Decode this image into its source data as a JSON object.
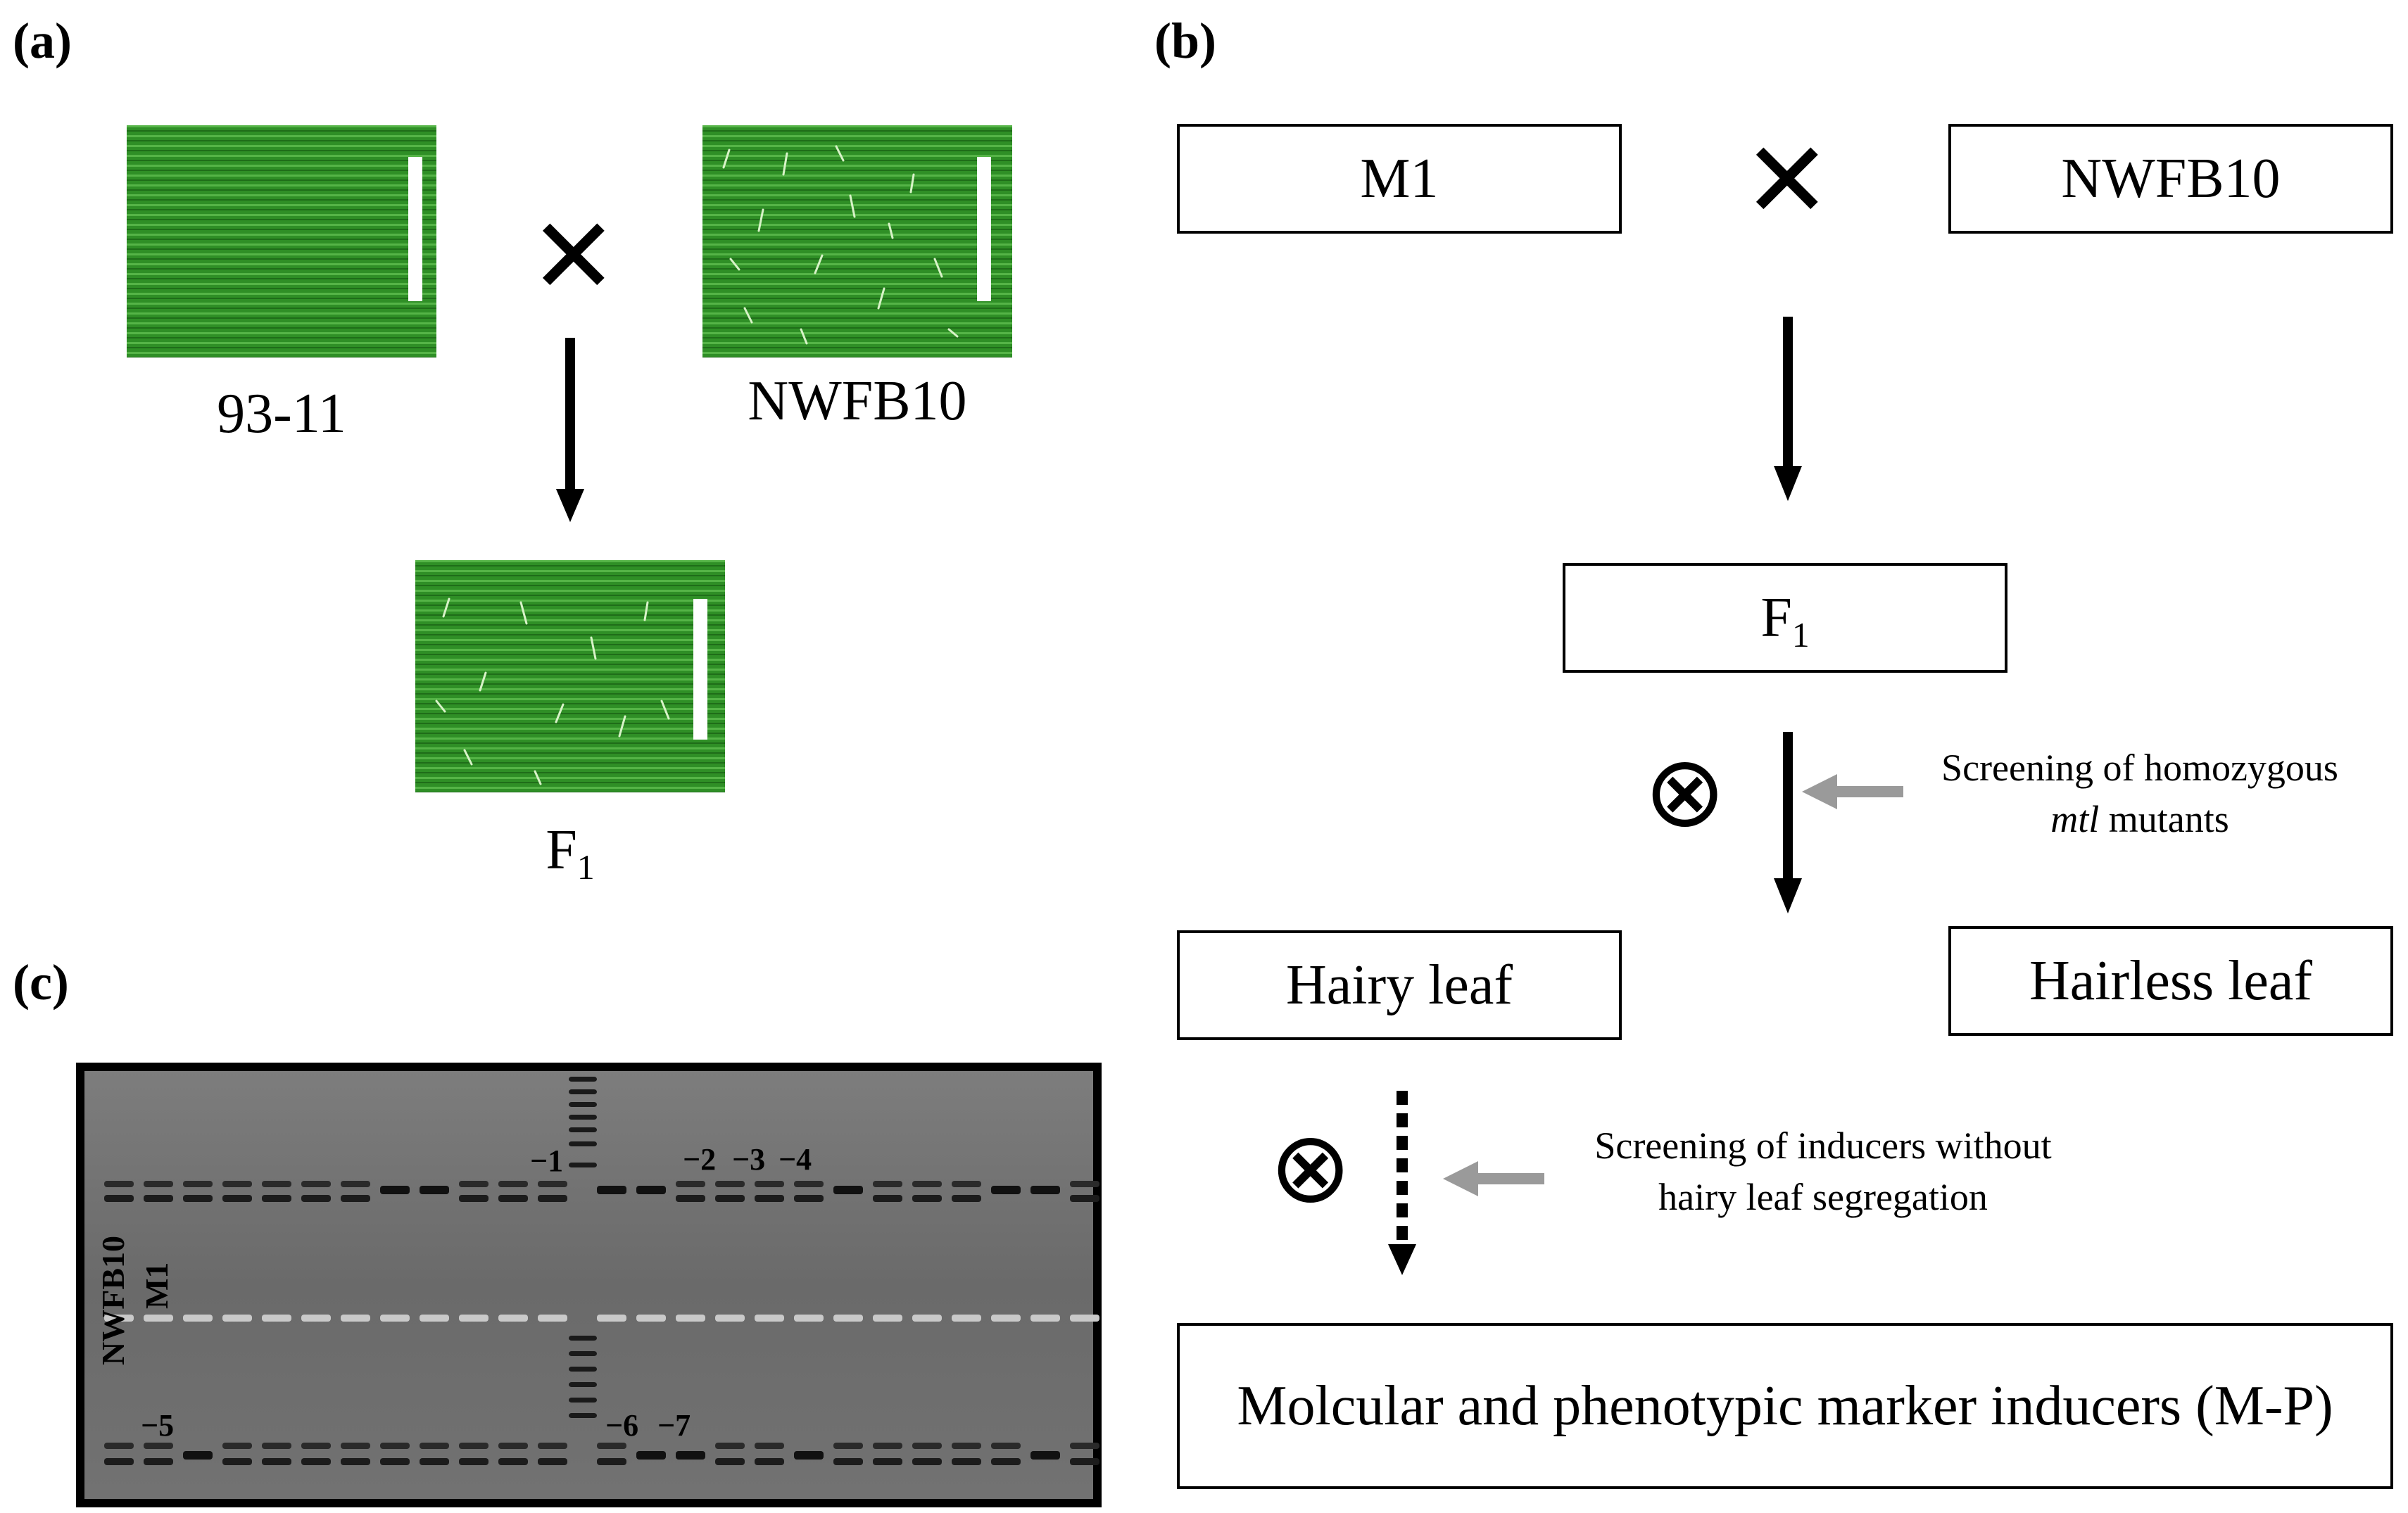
{
  "panels": {
    "a": "(a)",
    "b": "(b)",
    "c": "(c)"
  },
  "panel_a": {
    "cross_symbol": "✕",
    "parent_left_caption": "93-11",
    "parent_right_caption": "NWFB10",
    "offspring_caption_main": "F",
    "offspring_caption_sub": "1"
  },
  "panel_b": {
    "parent_left": "M1",
    "cross_symbol": "✕",
    "parent_right": "NWFB10",
    "f1_main": "F",
    "f1_sub": "1",
    "selfing_symbol": "⊗",
    "note1_line1": "Screening of homozygous",
    "note1_italic": "mtl",
    "note1_line2_rest": " mutants",
    "hairy": "Hairy leaf",
    "hairless": "Hairless leaf",
    "note2_line1": "Screening of inducers without",
    "note2_line2": "hairy leaf segregation",
    "final": "Molcular and phenotypic marker inducers (M-P)"
  },
  "panel_c": {
    "lane_label_1": "NWFB10",
    "lane_label_2": "M1",
    "markers": [
      "−1",
      "−2",
      "−3",
      "−4",
      "−5",
      "−6",
      "−7"
    ]
  },
  "colors": {
    "leaf_green": "#2f8f26",
    "note_arrow": "#9a9a9a",
    "gel_bg": "#6e6e6e"
  }
}
